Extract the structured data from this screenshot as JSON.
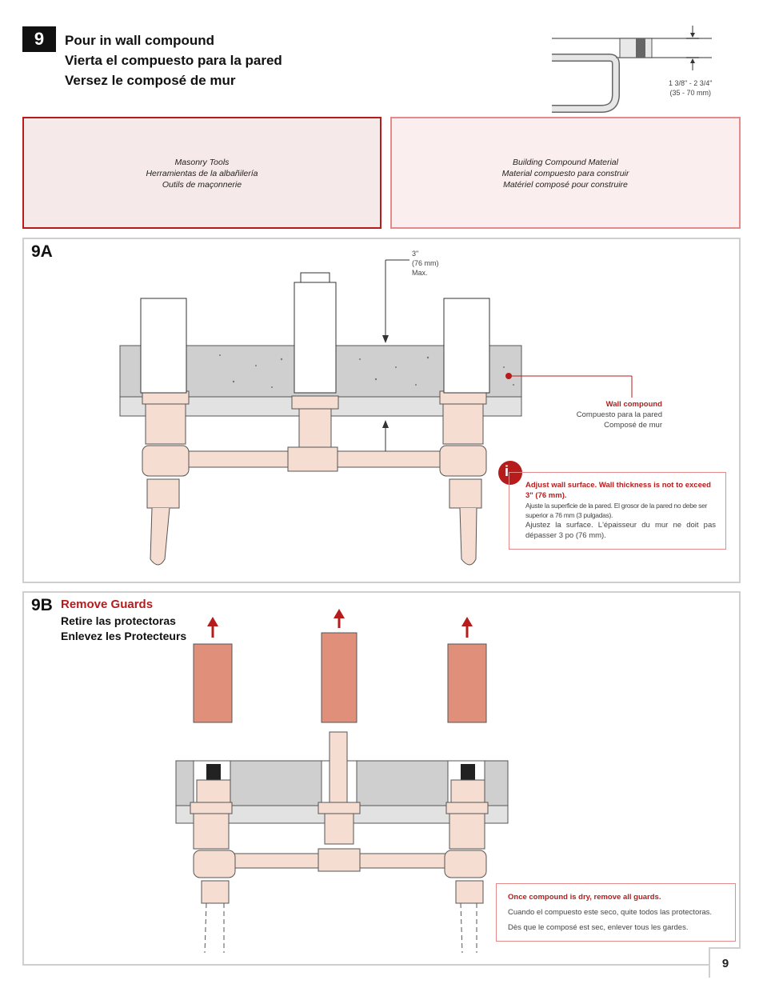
{
  "step": {
    "number": "9",
    "title_en": "Pour in wall compound",
    "title_es": "Vierta el compuesto para la pared",
    "title_fr": "Versez le composé de mur"
  },
  "depth": {
    "imperial": "1 3/8\" - 2 3/4\"",
    "metric": "(35 - 70 mm)"
  },
  "tools": [
    {
      "en": "Masonry Tools",
      "es": "Herramientas de la albañilería",
      "fr": "Outils de maçonnerie"
    },
    {
      "en": "Building Compound Material",
      "es": "Material compuesto para construir",
      "fr": "Matériel composé pour construire"
    }
  ],
  "panel_a": {
    "label": "9A",
    "max_dim": {
      "imperial": "3\"",
      "metric": "(76 mm)",
      "max": "Max."
    },
    "wall_compound": {
      "en": "Wall compound",
      "es": "Compuesto para la pared",
      "fr": "Composé de mur"
    },
    "note": {
      "en": "Adjust wall surface.  Wall thickness is not to exceed 3\" (76 mm).",
      "es": "Ajuste la superficie de la pared. El grosor de la pared no debe ser superior a 76 mm (3 pulgadas).",
      "fr": "Ajustez la surface. L'épaisseur du mur ne doit pas dépasser 3 po (76 mm)."
    },
    "info_icon": "i"
  },
  "panel_b": {
    "label": "9B",
    "title_en": "Remove Guards",
    "title_es": "Retire las protectoras",
    "title_fr": "Enlevez les Protecteurs",
    "note": {
      "en": "Once compound is dry, remove all guards.",
      "es": "Cuando el compuesto este seco, quite todos las protectoras.",
      "fr": "Dès que le composé est sec, enlever tous les gardes."
    }
  },
  "page_number": "9",
  "colors": {
    "accent_red": "#b71c1c",
    "box_fill": "#f6e9e9",
    "guard_fill": "#e0907a",
    "pipe_fill": "#f6ddd1",
    "compound_fill": "#cfcfcf"
  }
}
